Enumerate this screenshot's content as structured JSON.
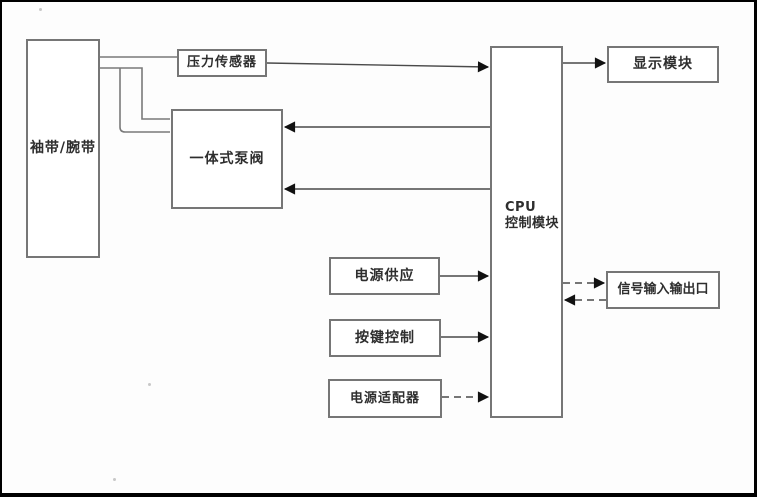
{
  "diagram": {
    "nodes": {
      "cuff": {
        "label": "袖带/腕带"
      },
      "sensor": {
        "label": "压力传感器"
      },
      "pump": {
        "label": "一体式泵阀"
      },
      "cpu": {
        "label_line1": "CPU",
        "label_line2": "控制模块"
      },
      "display": {
        "label": "显示模块"
      },
      "signal": {
        "label": "信号输入输出口"
      },
      "supply": {
        "label": "电源供应"
      },
      "button": {
        "label": "按键控制"
      },
      "adapter": {
        "label": "电源适配器"
      }
    },
    "edges": [
      {
        "from": "袖带/腕带",
        "to": "压力传感器",
        "style": "plain-line"
      },
      {
        "from": "袖带/腕带",
        "to": "一体式泵阀",
        "style": "plain-line"
      },
      {
        "from": "袖带/腕带",
        "to": "一体式泵阀",
        "style": "plain-line"
      },
      {
        "from": "压力传感器",
        "to": "CPU控制模块",
        "style": "solid-arrow"
      },
      {
        "from": "CPU控制模块",
        "to": "一体式泵阀",
        "style": "solid-arrow"
      },
      {
        "from": "CPU控制模块",
        "to": "一体式泵阀",
        "style": "solid-arrow"
      },
      {
        "from": "CPU控制模块",
        "to": "显示模块",
        "style": "solid-arrow"
      },
      {
        "from": "电源供应",
        "to": "CPU控制模块",
        "style": "solid-arrow"
      },
      {
        "from": "按键控制",
        "to": "CPU控制模块",
        "style": "solid-arrow"
      },
      {
        "from": "电源适配器",
        "to": "CPU控制模块",
        "style": "dashed-arrow"
      },
      {
        "from": "CPU控制模块",
        "to": "信号输入输出口",
        "style": "dashed-arrow"
      },
      {
        "from": "信号输入输出口",
        "to": "CPU控制模块",
        "style": "dashed-arrow"
      }
    ],
    "colors": {
      "frame": "#000000",
      "background": "#fdfdfd",
      "box_border": "#767676",
      "tube_line": "#7a7a7a",
      "arrow_line": "#4a4a4a",
      "arrow_head": "#111111",
      "text": "#2e2e2e"
    }
  }
}
